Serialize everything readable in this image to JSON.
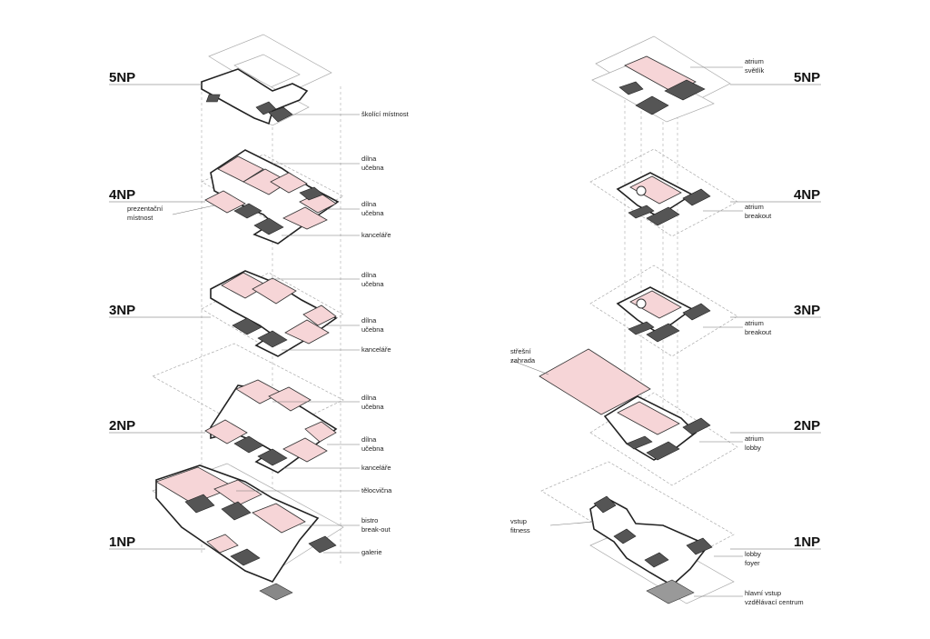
{
  "left_floor_labels": {
    "f5": "5NP",
    "f4": "4NP",
    "f3": "3NP",
    "f2": "2NP",
    "f1": "1NP"
  },
  "right_floor_labels": {
    "f5": "5NP",
    "f4": "4NP",
    "f3": "3NP",
    "f2": "2NP",
    "f1": "1NP"
  },
  "left_annotations": {
    "skolici": "školící místnost",
    "f4_dilna1": "dílna",
    "f4_ucebna1": "učebna",
    "f4_dilna2": "dílna",
    "f4_ucebna2": "učebna",
    "f4_kancelare": "kanceláře",
    "prez1": "prezentační",
    "prez2": "místnost",
    "f3_dilna1": "dílna",
    "f3_ucebna1": "učebna",
    "f3_dilna2": "dílna",
    "f3_ucebna2": "učebna",
    "f3_kancelare": "kanceláře",
    "f2_dilna1": "dílna",
    "f2_ucebna1": "učebna",
    "f2_dilna2": "dílna",
    "f2_ucebna2": "učebna",
    "f2_kancelare": "kanceláře",
    "telocvicna": "tělocvična",
    "bistro": "bistro",
    "breakout": "break-out",
    "galerie": "galerie"
  },
  "right_annotations": {
    "atrium5": "atrium",
    "svetlik": "světlík",
    "atrium4": "atrium",
    "breakout4": "breakout",
    "atrium3": "atrium",
    "breakout3": "breakout",
    "stresni": "střešní",
    "zahrada": "zahrada",
    "atrium2": "atrium",
    "lobby2": "lobby",
    "vstup": "vstup",
    "fitness": "fitness",
    "lobby1": "lobby",
    "foyer": "foyer",
    "hlavni": "hlavní vstup",
    "centrum": "vzdělávací centrum"
  },
  "colors": {
    "pink": "#f6d5d7",
    "core": "#555555",
    "wall": "#222222"
  }
}
